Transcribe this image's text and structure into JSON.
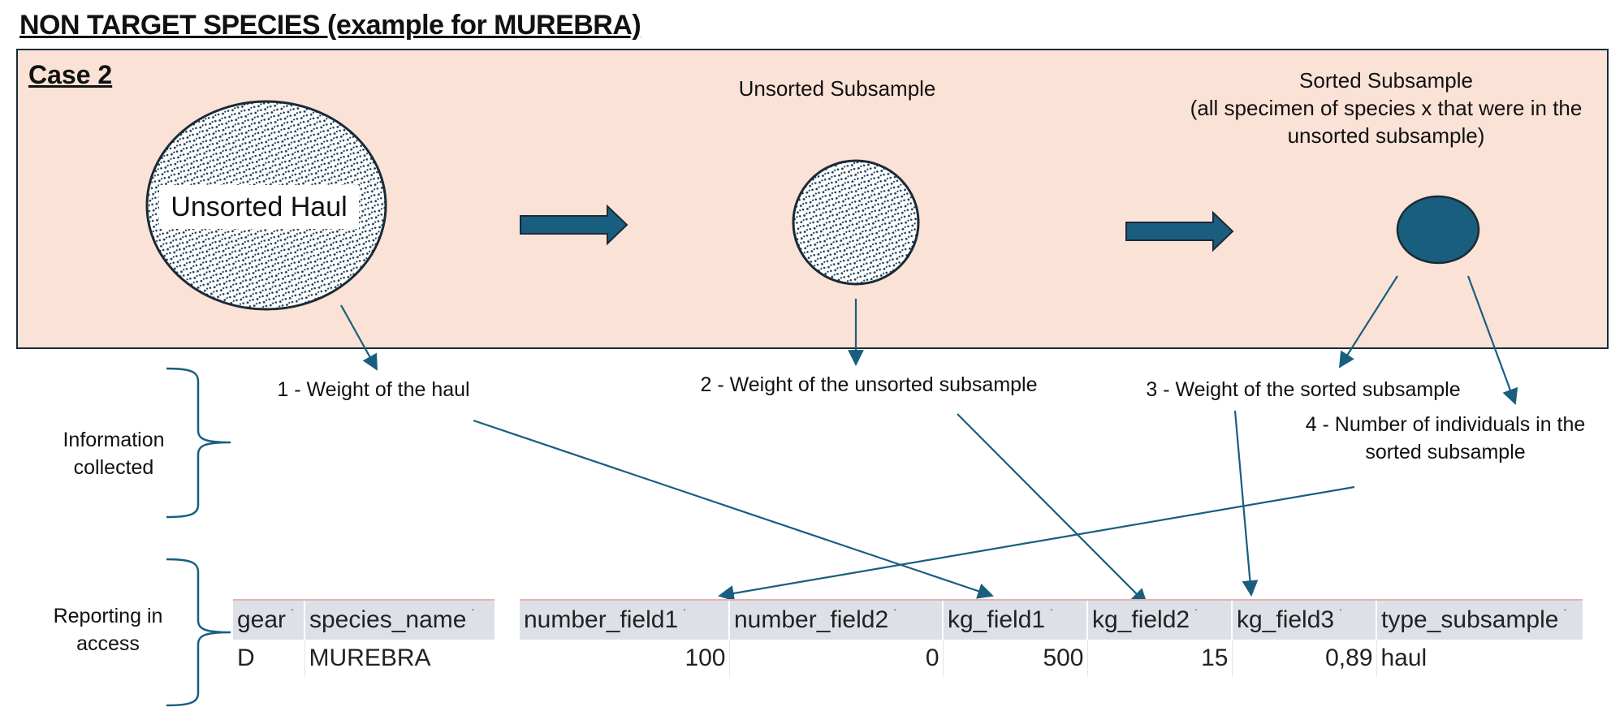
{
  "title": "NON TARGET SPECIES (example for MUREBRA)",
  "case_label": "Case 2",
  "stages": {
    "unsorted_haul": "Unsorted Haul",
    "unsorted_subsample": "Unsorted Subsample",
    "sorted_subsample_title": "Sorted Subsample",
    "sorted_subsample_note_line1": "(all specimen of species x that were in the",
    "sorted_subsample_note_line2": "unsorted subsample)"
  },
  "info_items": {
    "item1": "1 - Weight of the haul",
    "item2": "2 - Weight of the unsorted subsample",
    "item3": "3 - Weight of the sorted subsample",
    "item4_line1": "4 - Number of individuals in the",
    "item4_line2": "sorted subsample"
  },
  "side_labels": {
    "info_line1": "Information",
    "info_line2": "collected",
    "report_line1": "Reporting in",
    "report_line2": "access"
  },
  "table_species": {
    "headers": [
      "gear",
      "species_name"
    ],
    "row": [
      "D",
      "MUREBRA"
    ]
  },
  "table_fields": {
    "headers": [
      "number_field1",
      "number_field2",
      "kg_field1",
      "kg_field2",
      "kg_field3",
      "type_subsample"
    ],
    "row": [
      "100",
      "0",
      "500",
      "15",
      "0,89",
      "haul"
    ]
  },
  "colors": {
    "accent": "#195e7e",
    "panel_bg": "#fbe2d6",
    "dark_outline": "#1a2a38",
    "table_header_bg": "#dde1e7"
  }
}
